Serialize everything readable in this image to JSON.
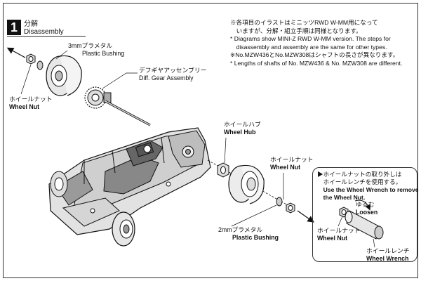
{
  "step": {
    "number": "1",
    "title_ja": "分解",
    "title_en": "Disassembly"
  },
  "notes": [
    "※各項目のイラストはミニッツRWD W-MM用になって",
    "　いますが、分解・組立手順は同様となります。",
    "* Diagrams show MINI-Z RWD W-MM version. The steps for",
    "　disassembly and assembly are the same for other types.",
    "※No.MZW436とNo.MZW308はシャフトの長さが異なります。",
    "* Lengths of shafts of No. MZW436 & No. MZW308 are different."
  ],
  "labels": {
    "bushing3_ja": "3mmプラメタル",
    "bushing3_en": "Plastic Bushing",
    "diff_ja": "デフギヤアッセンブリー",
    "diff_en": "Diff. Gear Assembly",
    "wheel_nut_left_ja": "ホイールナット",
    "wheel_nut_left_en": "Wheel Nut",
    "wheel_hub_ja": "ホイールハブ",
    "wheel_hub_en": "Wheel Hub",
    "wheel_nut_right_ja": "ホイールナット",
    "wheel_nut_right_en": "Wheel Nut",
    "bushing2_ja": "2mmプラメタル",
    "bushing2_en": "Plastic Bushing"
  },
  "detail": {
    "instruction_ja_1": "▶ホイールナットの取り外しは",
    "instruction_ja_2": "　ホイールレンチを使用する。",
    "instruction_en_1": "　Use the Wheel Wrench to remove",
    "instruction_en_2": "　the Wheel Nut.",
    "loosen_ja": "ゆるむ",
    "loosen_en": "Loosen",
    "nut_ja": "ホイールナット",
    "nut_en": "Wheel Nut",
    "wrench_ja": "ホイールレンチ",
    "wrench_en": "Wheel Wrench"
  }
}
